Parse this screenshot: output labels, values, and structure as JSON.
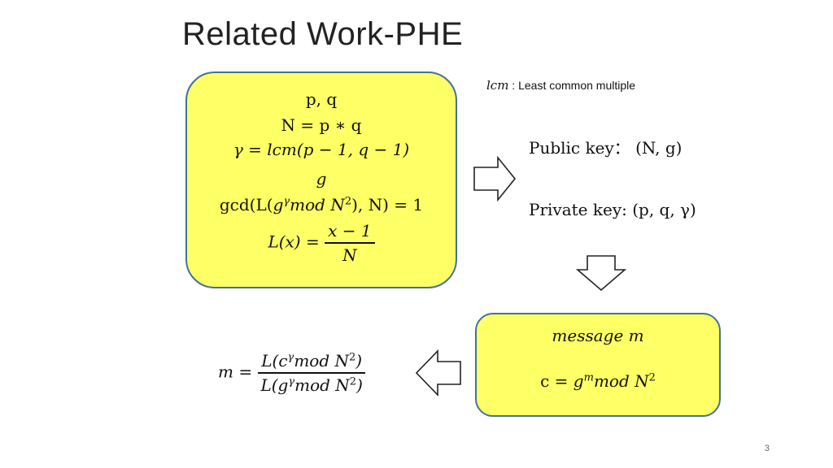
{
  "title": "Related Work-PHE",
  "note": {
    "var": "lcm",
    "text": " : Least common multiple"
  },
  "setup_box": {
    "line1": "p, q",
    "line2": "N = p ∗ q",
    "line3": "γ = lcm(p − 1, q − 1)",
    "line4": "g",
    "line5_pre": "gcd(L(",
    "line5_g": "g",
    "line5_sup": "γ",
    "line5_mid": "mod N",
    "line5_sup2": "2",
    "line5_post": "), N) = 1",
    "line6_lhs": "L(x) =",
    "line6_num": "x − 1",
    "line6_den": "N"
  },
  "keys": {
    "public": "Public key： (N, g)",
    "private": "Private key: (p, q, γ)"
  },
  "encrypt_box": {
    "message": "message  m",
    "cipher_pre": "c = ",
    "cipher_g": "g",
    "cipher_sup": "m",
    "cipher_mid": "mod N",
    "cipher_sup2": "2"
  },
  "decrypt_formula": {
    "lhs": "m =",
    "num_pre": "L(c",
    "num_sup": "γ",
    "num_mid": "mod N",
    "num_sup2": "2",
    "num_post": ")",
    "den_pre": "L(g",
    "den_sup": "γ",
    "den_mid": "mod N",
    "den_sup2": "2",
    "den_post": ")"
  },
  "page_number": "3"
}
